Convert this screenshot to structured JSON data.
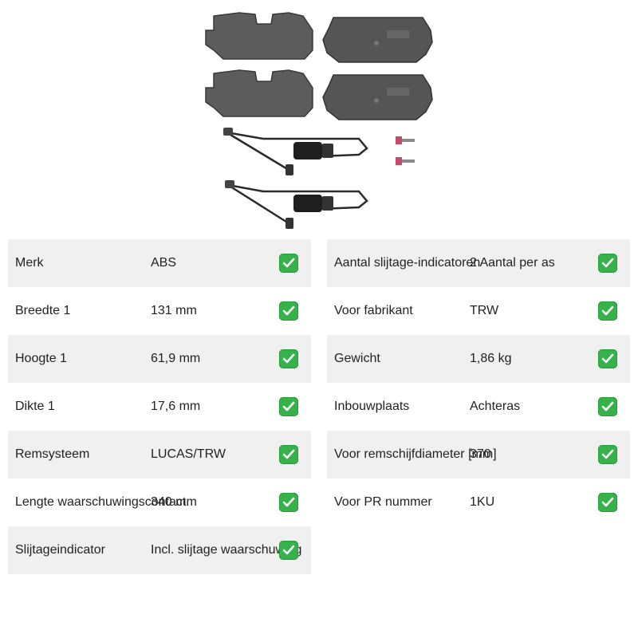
{
  "product": {
    "image_icon": "brake-pad-set-with-wear-sensors-icon"
  },
  "specs_left": [
    {
      "label": "Merk",
      "value": "ABS"
    },
    {
      "label": "Breedte 1",
      "value": "131 mm"
    },
    {
      "label": "Hoogte 1",
      "value": "61,9 mm"
    },
    {
      "label": "Dikte 1",
      "value": "17,6 mm"
    },
    {
      "label": "Remsysteem",
      "value": "LUCAS/TRW"
    },
    {
      "label": "Lengte waarschuwingscontact",
      "value": "340 mm"
    },
    {
      "label": "Slijtageindicator",
      "value": "Incl. slijtage waarschuwing"
    }
  ],
  "specs_right": [
    {
      "label": "Aantal slijtage-indicatoren",
      "value": "2 Aantal per as"
    },
    {
      "label": "Voor fabrikant",
      "value": "TRW"
    },
    {
      "label": "Gewicht",
      "value": "1,86 kg"
    },
    {
      "label": "Inbouwplaats",
      "value": "Achteras"
    },
    {
      "label": "Voor remschijfdiameter [mm]",
      "value": "370"
    },
    {
      "label": "Voor PR nummer",
      "value": "1KU"
    }
  ],
  "check_icon": "check-mark-icon",
  "colors": {
    "check": "#35b24a",
    "shade": "#f0f0f0"
  }
}
